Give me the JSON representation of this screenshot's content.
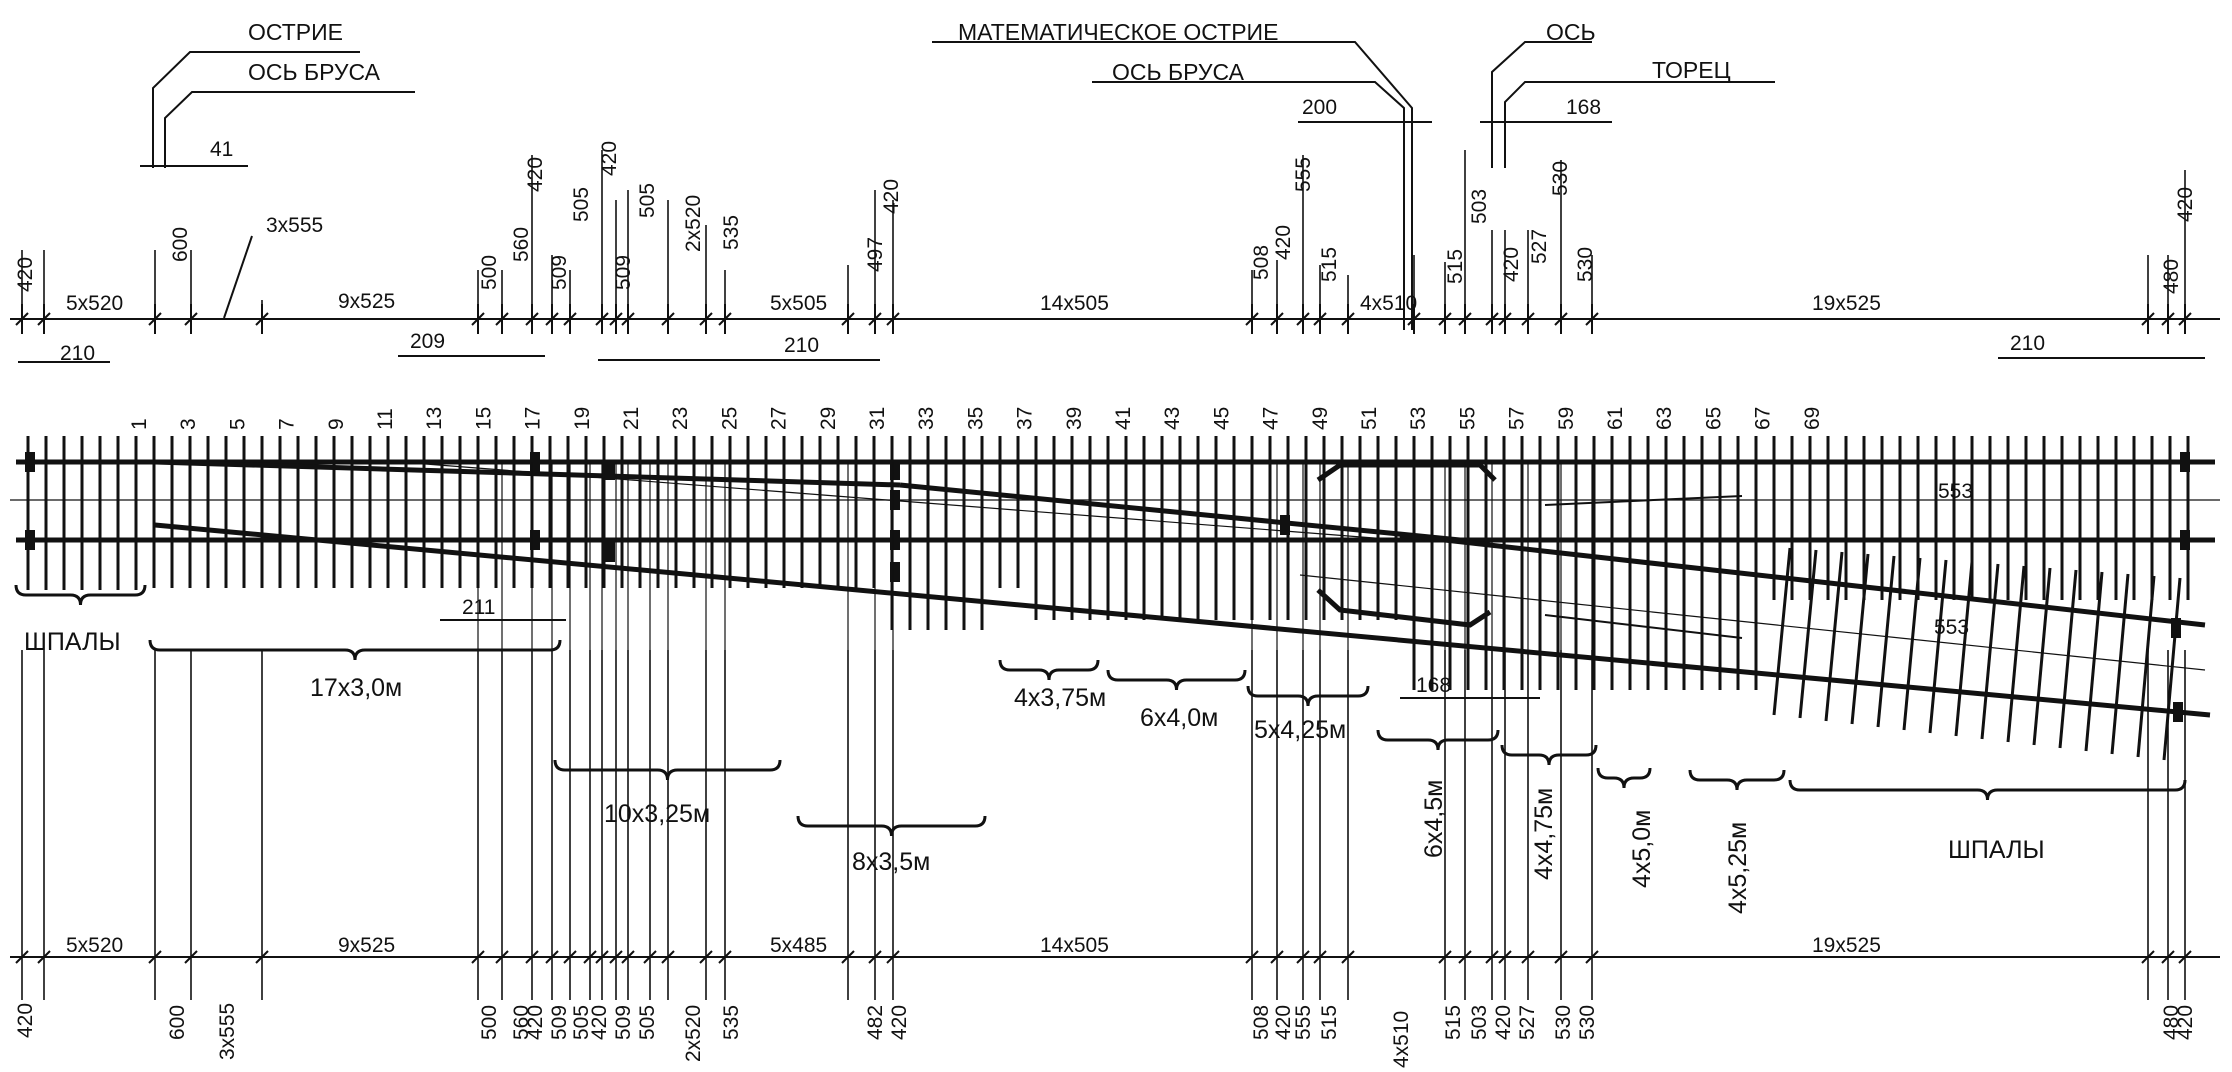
{
  "colors": {
    "ink": "#111111",
    "background": "#ffffff"
  },
  "callouts": {
    "ostrie": "ОСТРИЕ",
    "os_brusa_left": "ОСЬ БРУСА",
    "math_ostrie": "МАТЕМАТИЧЕСКОЕ ОСТРИЕ",
    "os_brusa_right": "ОСЬ БРУСА",
    "os": "ОСЬ",
    "torets": "ТОРЕЦ",
    "dim_41": "41",
    "dim_200": "200",
    "dim_168_top": "168"
  },
  "top_chain": {
    "vertical_labels": [
      "420",
      "600",
      "500",
      "560",
      "420",
      "509",
      "505",
      "420",
      "509",
      "505",
      "2x520",
      "535",
      "497",
      "420",
      "508",
      "420",
      "555",
      "515",
      "515",
      "503",
      "420",
      "527",
      "530",
      "530",
      "480",
      "420"
    ],
    "horizontal_labels": [
      "5x520",
      "3x555",
      "9x525",
      "5x505",
      "14x505",
      "4x510",
      "19x525"
    ],
    "secondary_labels": [
      "210",
      "209",
      "210",
      "210"
    ]
  },
  "sleeper_numbers": [
    "1",
    "3",
    "5",
    "7",
    "9",
    "11",
    "13",
    "15",
    "17",
    "19",
    "21",
    "23",
    "25",
    "27",
    "29",
    "31",
    "33",
    "35",
    "37",
    "39",
    "41",
    "43",
    "45",
    "47",
    "49",
    "51",
    "53",
    "55",
    "57",
    "59",
    "61",
    "63",
    "65",
    "67",
    "69"
  ],
  "mid_labels": {
    "shpaly_left": "ШПАЛЫ",
    "dim_211": "211",
    "dim_553_a": "553",
    "dim_553_b": "553",
    "dim_168_mid": "168"
  },
  "groups": [
    "17x3,0м",
    "10x3,25м",
    "8x3,5м",
    "4x3,75м",
    "6x4,0м",
    "5x4,25м",
    "6x4,5м",
    "4x4,75м",
    "4x5,0м",
    "4x5,25м",
    "ШПАЛЫ"
  ],
  "bottom_chain": {
    "horizontal_labels": [
      "5x520",
      "9x525",
      "5x485",
      "14x505",
      "19x525"
    ],
    "vertical_labels": [
      "420",
      "600",
      "3x555",
      "500",
      "560",
      "420",
      "509",
      "505",
      "420",
      "509",
      "505",
      "2x520",
      "535",
      "482",
      "420",
      "508",
      "420",
      "555",
      "515",
      "4x510",
      "515",
      "503",
      "420",
      "527",
      "530",
      "530",
      "480",
      "420"
    ]
  }
}
